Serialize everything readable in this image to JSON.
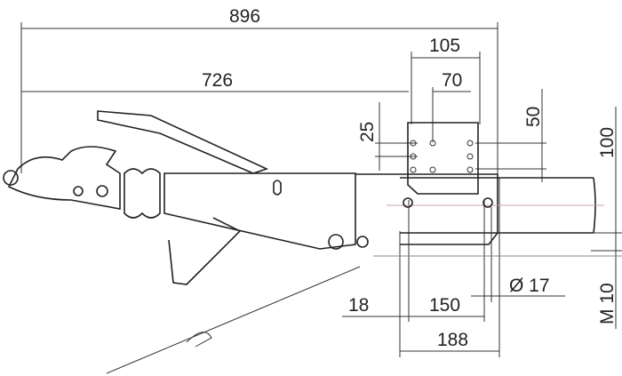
{
  "drawing": {
    "title": "Overrun hitch dimension drawing",
    "dimensions": {
      "overall_length": "896",
      "to_plate": "726",
      "plate_width": "105",
      "hole_spacing_x": "70",
      "hole_spacing_y": "25",
      "plate_offset": "50",
      "beam_height": "100",
      "offset_18": "18",
      "hole_distance": "150",
      "hole_diameter": "Ø 17",
      "beam_length": "188",
      "thread": "M 10"
    }
  }
}
